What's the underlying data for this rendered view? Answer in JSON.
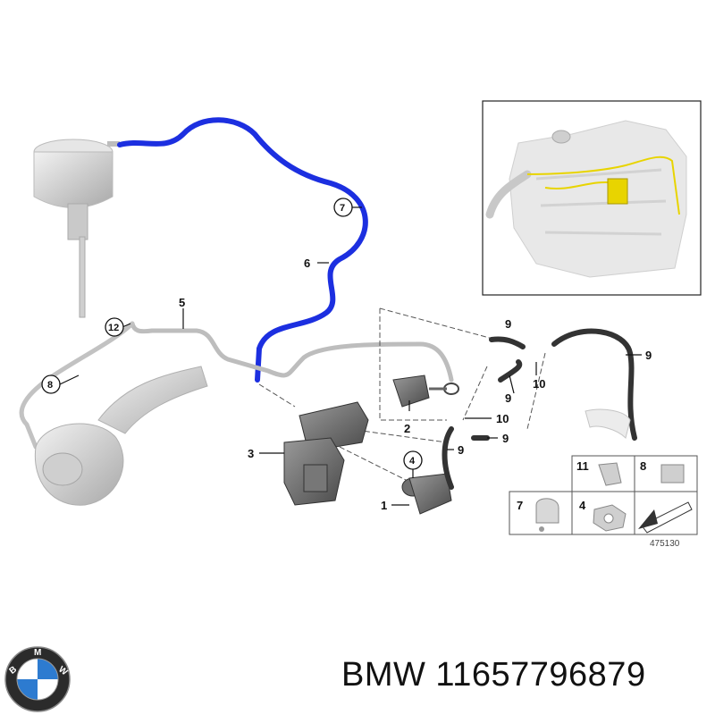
{
  "brand": "BMW",
  "part_number": "11657796879",
  "footer": "BMW 11657796879",
  "reference_number": "475130",
  "logo_letters": "BMW",
  "callouts": {
    "c1": "1",
    "c2": "2",
    "c3": "3",
    "c4": "4",
    "c5": "5",
    "c6": "6",
    "c7": "7",
    "c8": "8",
    "c9a": "9",
    "c9b": "9",
    "c9c": "9",
    "c9d": "9",
    "c9e": "9",
    "c10a": "10",
    "c10b": "10",
    "c12": "12"
  },
  "legend": {
    "c11": "11",
    "c8": "8",
    "c7": "7",
    "c4": "4"
  },
  "colors": {
    "highlight_hose": "#1c2fe0",
    "line_art": "#333333",
    "part_fill": "#d0d0d0",
    "inset_highlight": "#e8d400"
  }
}
